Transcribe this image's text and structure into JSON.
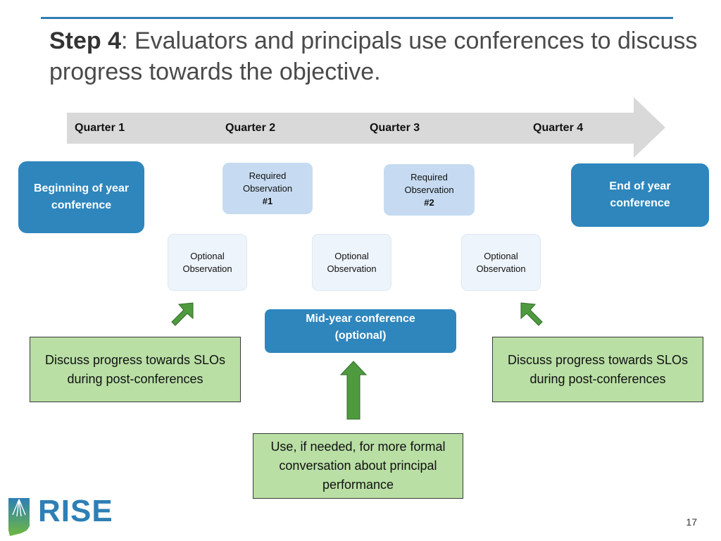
{
  "slide": {
    "title_bold": "Step 4",
    "title_rest": ": Evaluators and principals use conferences to discuss progress towards the objective.",
    "page_number": "17",
    "logo_text": "RISE"
  },
  "timeline": {
    "quarters": [
      "Quarter 1",
      "Quarter 2",
      "Quarter 3",
      "Quarter 4"
    ]
  },
  "conferences": {
    "beginning": "Beginning of year conference",
    "end": "End of year conference",
    "mid": "Mid-year conference (optional)"
  },
  "observations": {
    "required_label_line1": "Required",
    "required_label_line2": "Observation",
    "required_1_num": "#1",
    "required_2_num": "#2",
    "optional_line1": "Optional",
    "optional_line2": "Observation"
  },
  "notes": {
    "left": "Discuss progress towards SLOs during post-conferences",
    "right": "Discuss progress towards SLOs during post-conferences",
    "bottom": "Use, if needed, for more formal conversation about principal performance"
  },
  "colors": {
    "accent_blue": "#2e86bd",
    "required_fill": "#c6dbf1",
    "optional_fill": "#eef4fb",
    "note_green": "#b9dfa5",
    "arrow_green": "#4f9a3f",
    "banner_gray": "#d9d9d9"
  }
}
